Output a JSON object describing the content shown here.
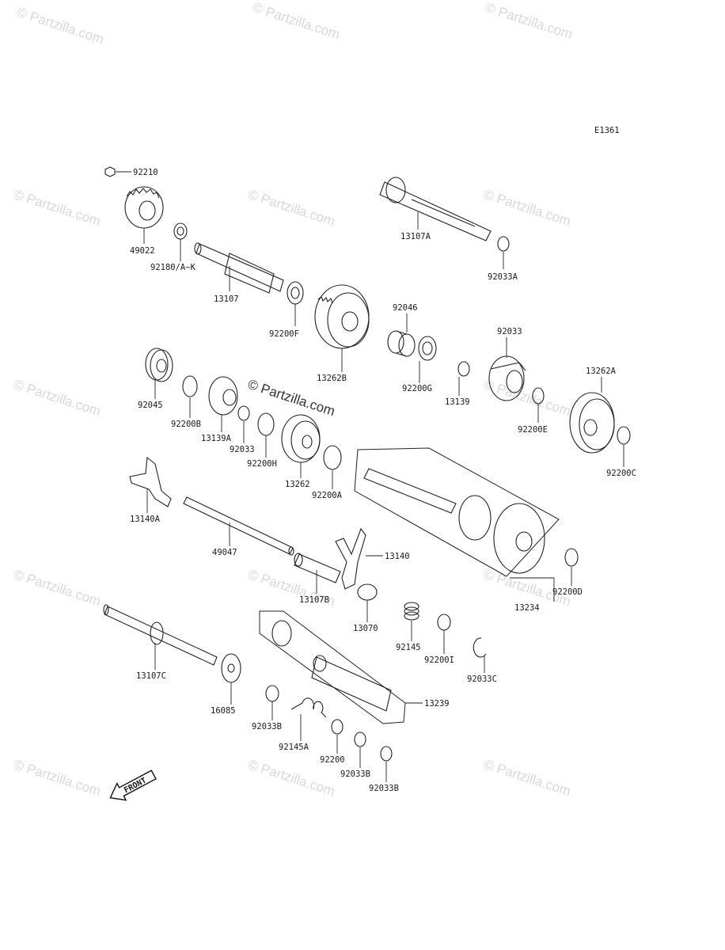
{
  "diagram": {
    "code": "E1361",
    "front_label": "FRONT",
    "watermark": "© Partzilla.com",
    "center_watermark": "© Partzilla.com"
  },
  "parts": [
    "92210",
    "49022",
    "92180/A~K",
    "13107",
    "92200F",
    "13262B",
    "13107A",
    "92033A",
    "92046",
    "92200G",
    "13139",
    "92033",
    "92200E",
    "13262A",
    "92200C",
    "92045",
    "92200B",
    "13139A",
    "92033",
    "92200H",
    "13262",
    "92200A",
    "13140A",
    "49047",
    "13107B",
    "13140",
    "13070",
    "92145",
    "92200I",
    "92033C",
    "13234",
    "92200D",
    "13107C",
    "16085",
    "13239",
    "92033B",
    "92145A",
    "92200",
    "92033B",
    "92033B"
  ]
}
